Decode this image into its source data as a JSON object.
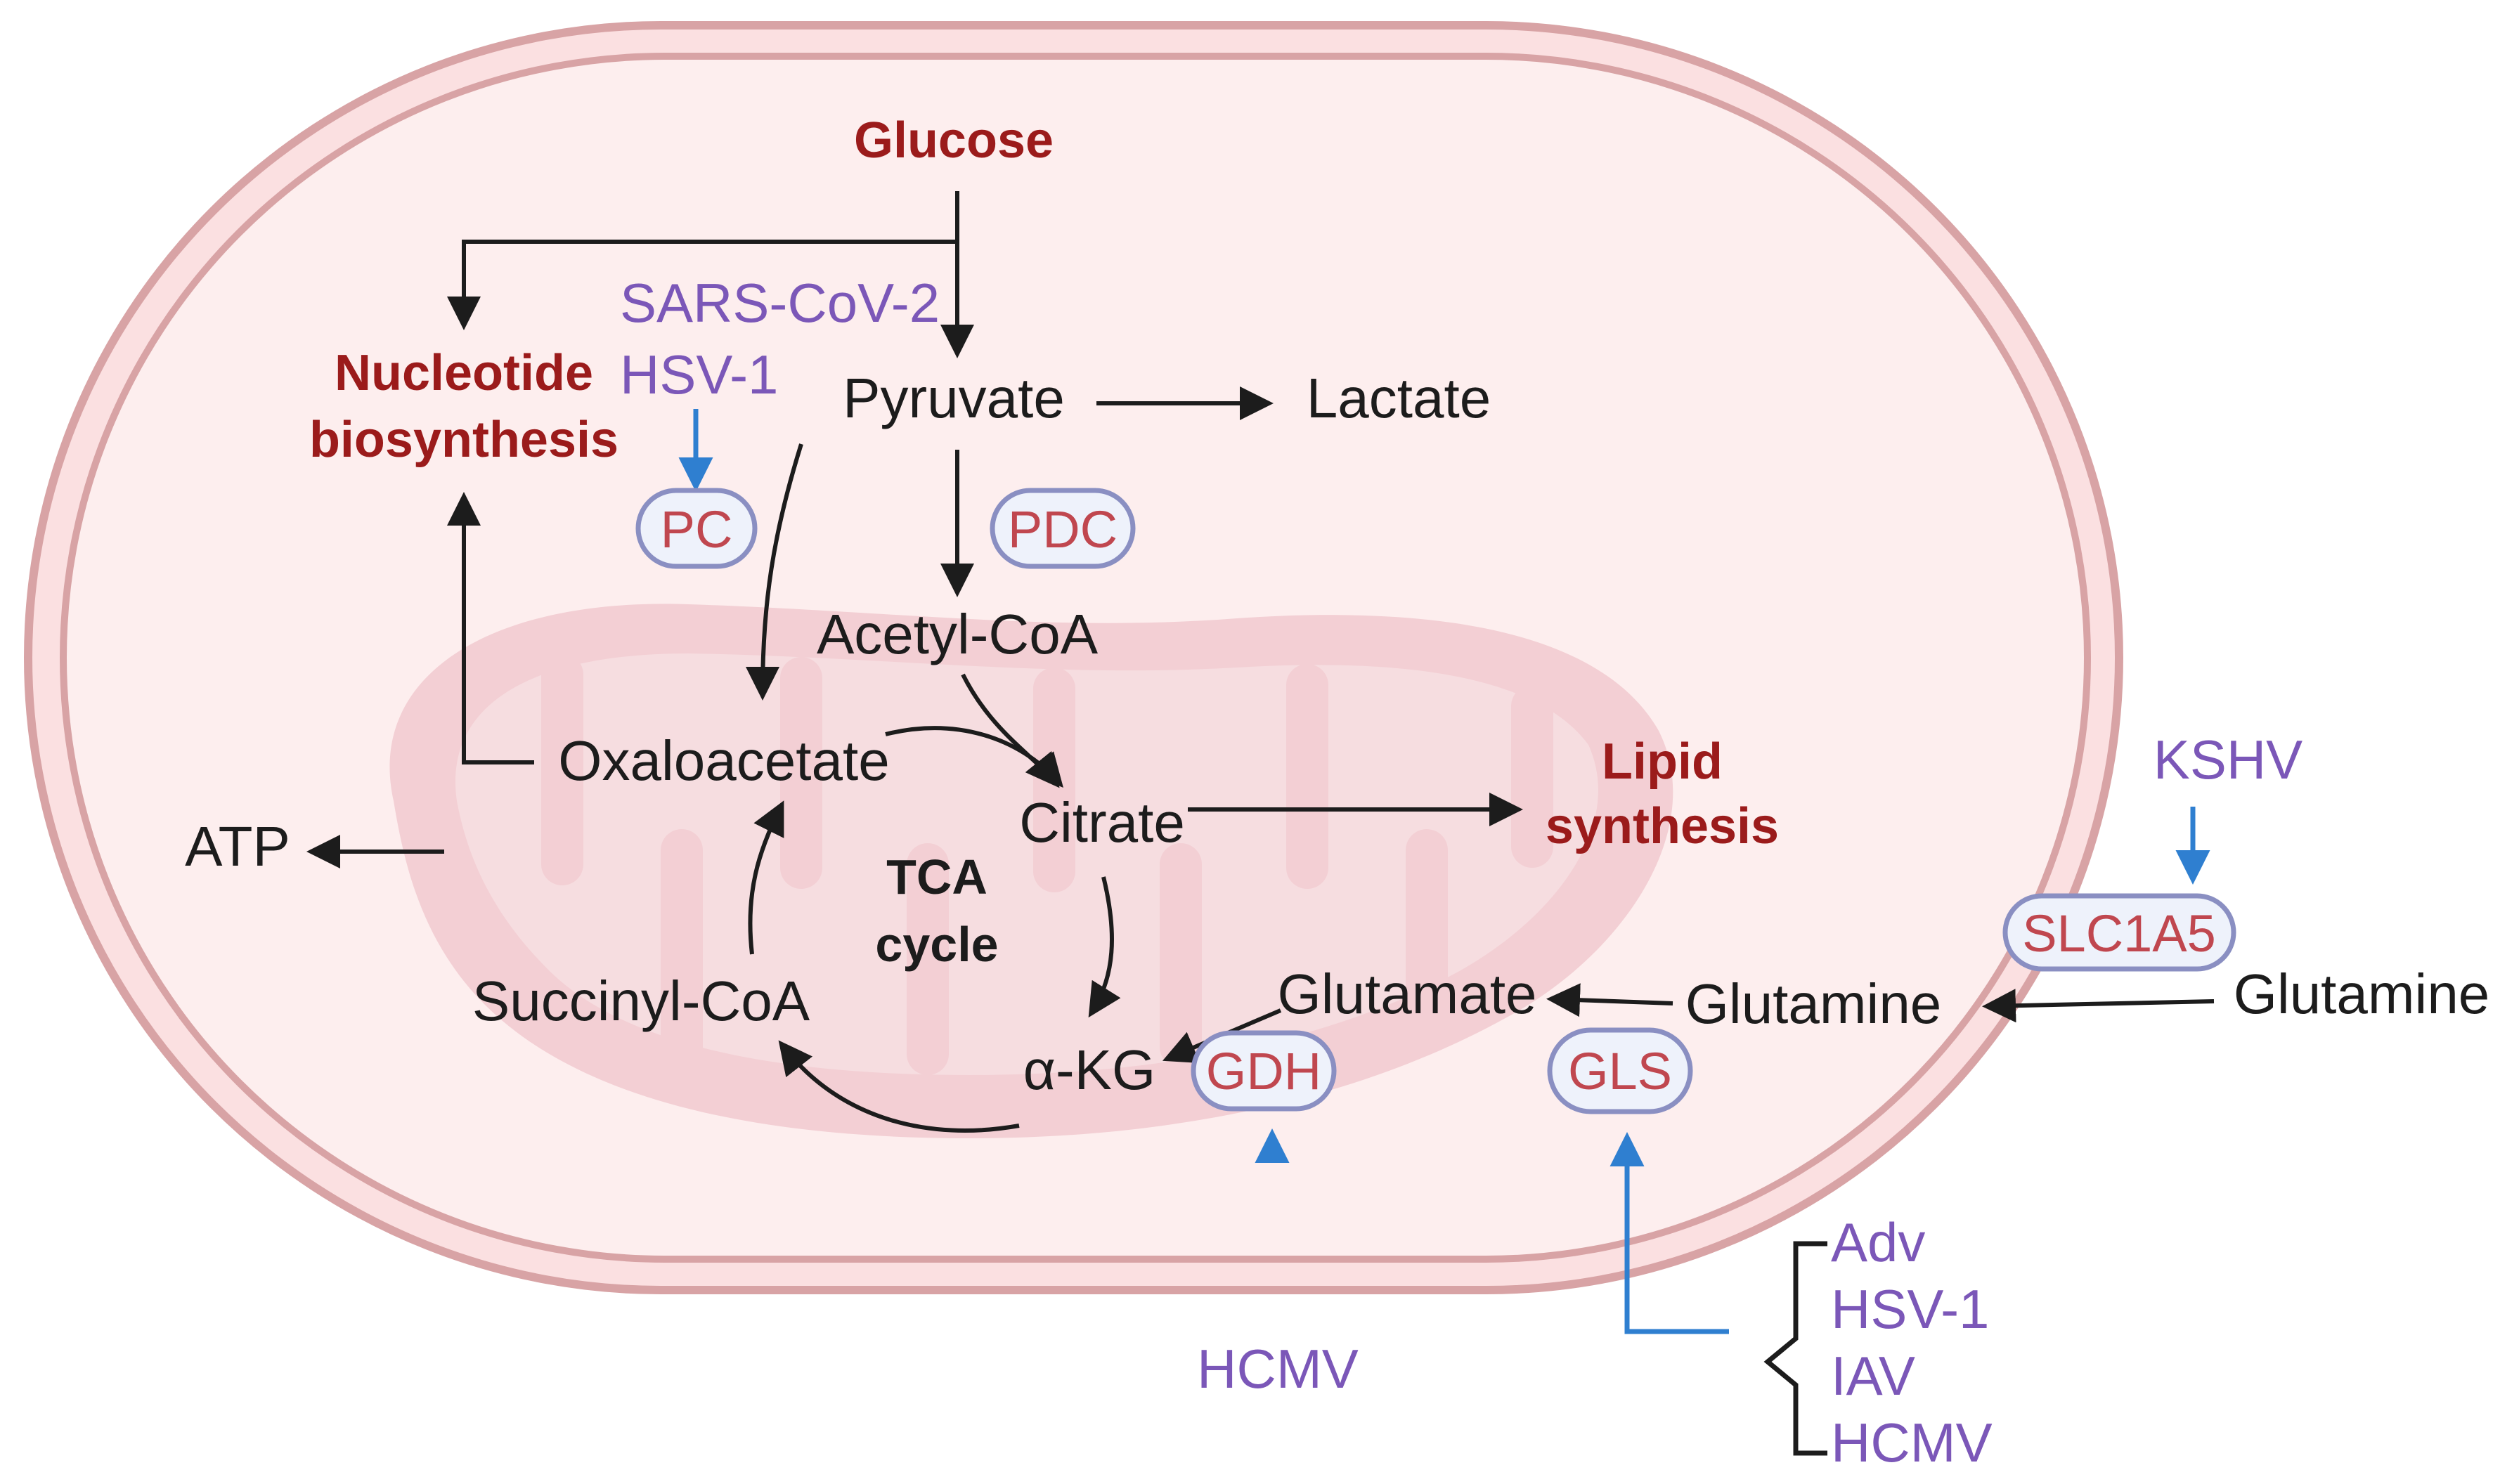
{
  "metabolites": {
    "glucose": "Glucose",
    "pyruvate": "Pyruvate",
    "lactate": "Lactate",
    "acetyl_coa": "Acetyl-CoA",
    "oxaloacetate": "Oxaloacetate",
    "citrate": "Citrate",
    "atp": "ATP",
    "succinyl_coa": "Succinyl-CoA",
    "akg": "α-KG",
    "glutamate": "Glutamate",
    "glutamine_in": "Glutamine",
    "glutamine_out": "Glutamine"
  },
  "outputs": {
    "nucleotide_line1": "Nucleotide",
    "nucleotide_line2": "biosynthesis",
    "lipid_line1": "Lipid",
    "lipid_line2": "synthesis",
    "tca_line1": "TCA",
    "tca_line2": "cycle"
  },
  "enzymes": {
    "pc": "PC",
    "pdc": "PDC",
    "gdh": "GDH",
    "gls": "GLS",
    "slc1a5": "SLC1A5"
  },
  "viruses": {
    "pc_regulators": [
      "SARS-CoV-2",
      "HSV-1"
    ],
    "slc1a5_regulator": "KSHV",
    "gdh_regulator": "HCMV",
    "gls_regulators": [
      "Adv",
      "HSV-1",
      "IAV",
      "HCMV"
    ]
  },
  "colors": {
    "cell_fill": "#fdeeee",
    "membrane": "#d8a3a5",
    "mitochondrion": "#f3cfd4",
    "key_output": "#9b1b1b",
    "virus": "#7b57b8",
    "enzyme_text": "#c0474f",
    "enzyme_border": "#8a8fc2",
    "activation_arrow": "#2f7fd0"
  }
}
